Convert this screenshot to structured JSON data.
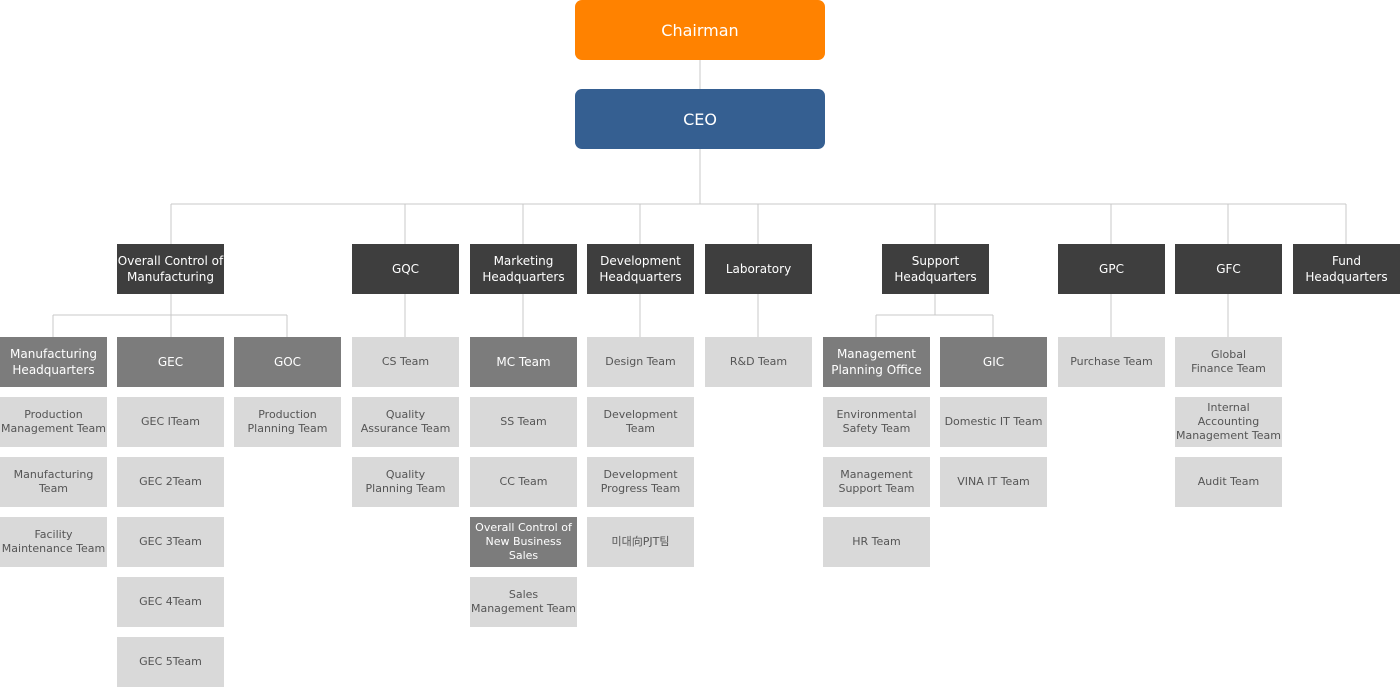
{
  "chairman": "Chairman",
  "ceo": "CEO",
  "divisions": {
    "manufacturing": "Overall Control of\nManufacturing",
    "gqc": "GQC",
    "marketing": "Marketing\nHeadquarters",
    "development": "Development\nHeadquarters",
    "laboratory": "Laboratory",
    "support": "Support\nHeadquarters",
    "gpc": "GPC",
    "gfc": "GFC",
    "fund": "Fund\nHeadquarters"
  },
  "manufacturing": {
    "mfg_hq": {
      "title": "Manufacturing\nHeadquarters",
      "teams": [
        "Production\nManagement Team",
        "Manufacturing\nTeam",
        "Facility\nMaintenance Team"
      ]
    },
    "gec": {
      "title": "GEC",
      "teams": [
        "GEC ITeam",
        "GEC 2Team",
        "GEC 3Team",
        "GEC 4Team",
        "GEC 5Team"
      ]
    },
    "goc": {
      "title": "GOC",
      "teams": [
        "Production\nPlanning Team"
      ]
    }
  },
  "gqc_teams": [
    "CS Team",
    "Quality\nAssurance Team",
    "Quality\nPlanning Team"
  ],
  "marketing": {
    "mc": "MC Team",
    "teams": [
      "SS Team",
      "CC Team"
    ],
    "new_business": "Overall Control of\nNew Business Sales",
    "sales": "Sales\nManagement Team"
  },
  "development_teams": [
    "Design Team",
    "Development\nTeam",
    "Development\nProgress Team",
    "미대向PJT팀"
  ],
  "laboratory_teams": [
    "R&D Team"
  ],
  "support": {
    "mpo": {
      "title": "Management\nPlanning Office",
      "teams": [
        "Environmental\nSafety Team",
        "Management\nSupport Team",
        "HR Team"
      ]
    },
    "gic": {
      "title": "GIC",
      "teams": [
        "Domestic IT Team",
        "VINA IT Team"
      ]
    }
  },
  "gpc_teams": [
    "Purchase Team"
  ],
  "gfc_teams": [
    "Global\nFinance Team",
    "Internal Accounting\nManagement Team",
    "Audit Team"
  ]
}
